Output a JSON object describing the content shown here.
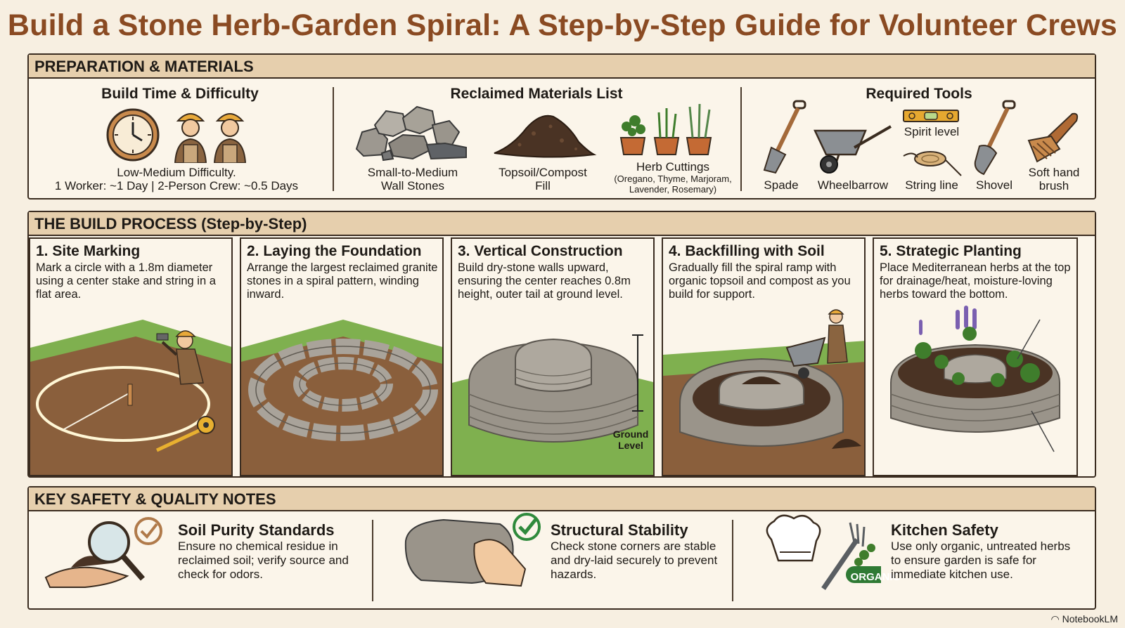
{
  "title": "Build a Stone Herb-Garden Spiral: A Step-by-Step Guide for Volunteer Crews",
  "prep": {
    "heading": "PREPARATION & MATERIALS",
    "time": {
      "title": "Build Time & Difficulty",
      "line1": "Low-Medium Difficulty.",
      "line2": "1 Worker: ~1 Day | 2-Person Crew: ~0.5 Days"
    },
    "materials": {
      "title": "Reclaimed Materials List",
      "stones_l1": "Small-to-Medium",
      "stones_l2": "Wall Stones",
      "soil_l1": "Topsoil/Compost",
      "soil_l2": "Fill",
      "herbs": "Herb Cuttings",
      "herbs_sub1": "(Oregano, Thyme, Marjoram,",
      "herbs_sub2": "Lavender, Rosemary)"
    },
    "tools": {
      "title": "Required Tools",
      "spade": "Spade",
      "wheelbarrow": "Wheelbarrow",
      "spirit_level": "Spirit level",
      "string_line": "String line",
      "shovel": "Shovel",
      "brush_l1": "Soft hand",
      "brush_l2": "brush"
    }
  },
  "build": {
    "heading": "THE BUILD PROCESS (Step-by-Step)",
    "steps": [
      {
        "title": "1. Site Marking",
        "text": "Mark a circle with a 1.8m diameter using a center stake and string in a flat area."
      },
      {
        "title": "2. Laying the Foundation",
        "text": "Arrange the largest reclaimed granite stones in a spiral pattern, winding inward."
      },
      {
        "title": "3. Vertical Construction",
        "text": "Build dry-stone walls upward, ensuring the center reaches 0.8m height, outer tail at ground level."
      },
      {
        "title": "4. Backfilling with Soil",
        "text": "Gradually fill the spiral ramp with organic topsoil and compost as you build for support."
      },
      {
        "title": "5. Strategic Planting",
        "text": "Place Mediterranean herbs at the top for drainage/heat, moisture-loving herbs toward the bottom."
      }
    ],
    "ground_l1": "Ground",
    "ground_l2": "Level"
  },
  "safety": {
    "heading": "KEY SAFETY & QUALITY NOTES",
    "notes": [
      {
        "title": "Soil Purity Standards",
        "text": "Ensure no chemical residue in reclaimed soil; verify source and check for odors."
      },
      {
        "title": "Structural Stability",
        "text": "Check stone corners are stable and dry-laid securely to prevent hazards."
      },
      {
        "title": "Kitchen Safety",
        "text": "Use only organic, untreated herbs to ensure garden is safe for immediate kitchen use."
      }
    ],
    "organic_badge": "ORGANIC"
  },
  "brand": "NotebookLM",
  "colors": {
    "title": "#8a4a22",
    "header_band": "#e6cfad",
    "grass": "#7fb04f",
    "soil": "#8a5f3c",
    "stone": "#a9a39a",
    "check": "#2f8a3c"
  }
}
